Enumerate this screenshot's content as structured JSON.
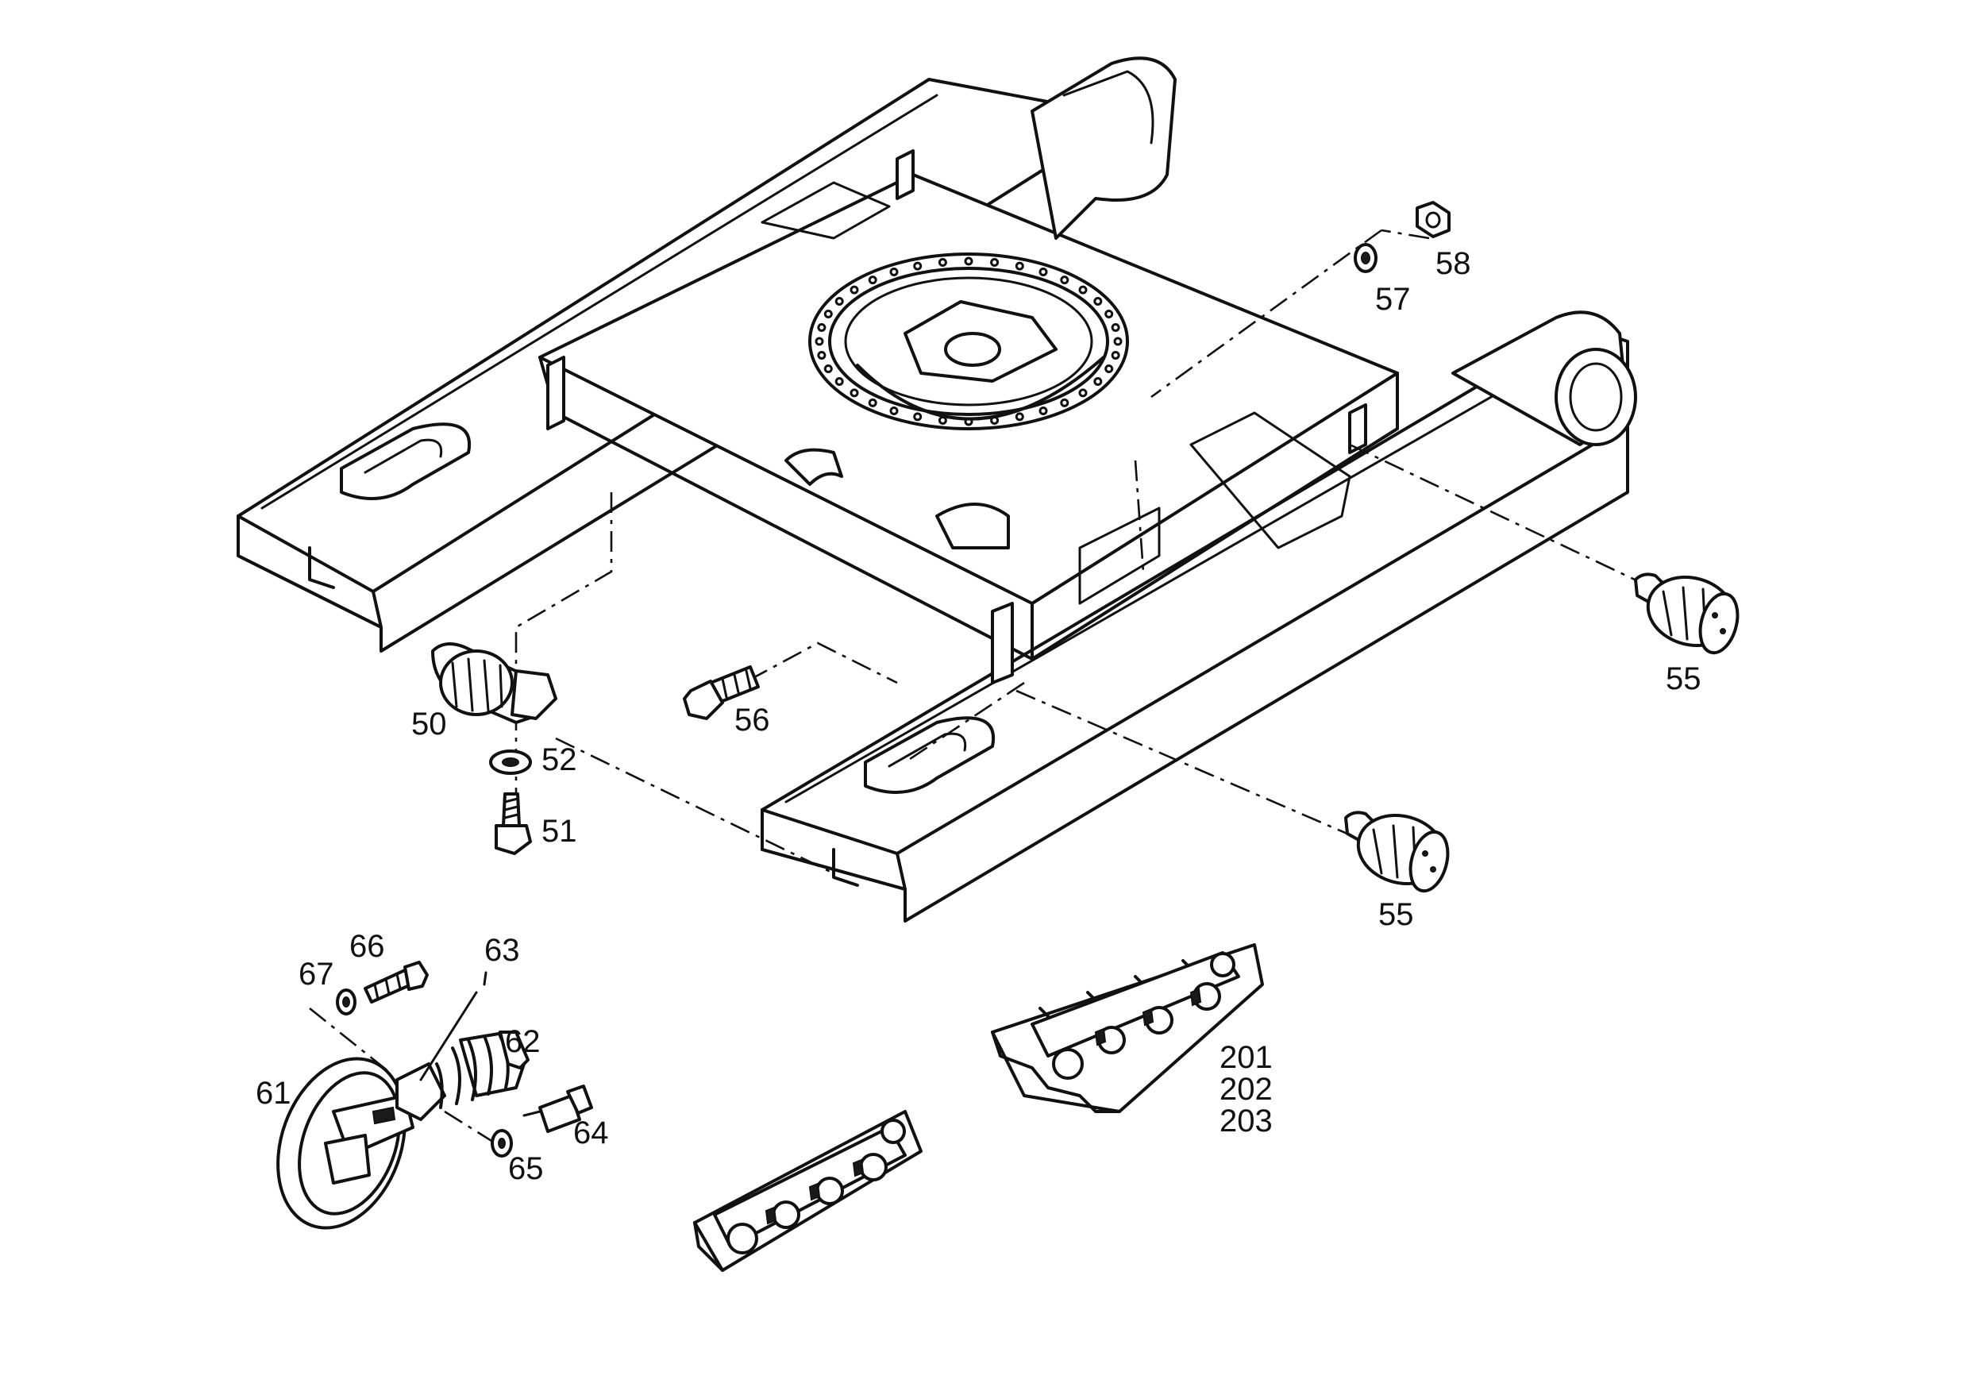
{
  "callouts": {
    "c50": "50",
    "c51": "51",
    "c52": "52",
    "c55a": "55",
    "c55b": "55",
    "c56": "56",
    "c57": "57",
    "c58": "58",
    "c61": "61",
    "c62": "62",
    "c63": "63",
    "c64": "64",
    "c65": "65",
    "c66": "66",
    "c67": "67",
    "c201": "201",
    "c202": "202",
    "c203": "203"
  }
}
